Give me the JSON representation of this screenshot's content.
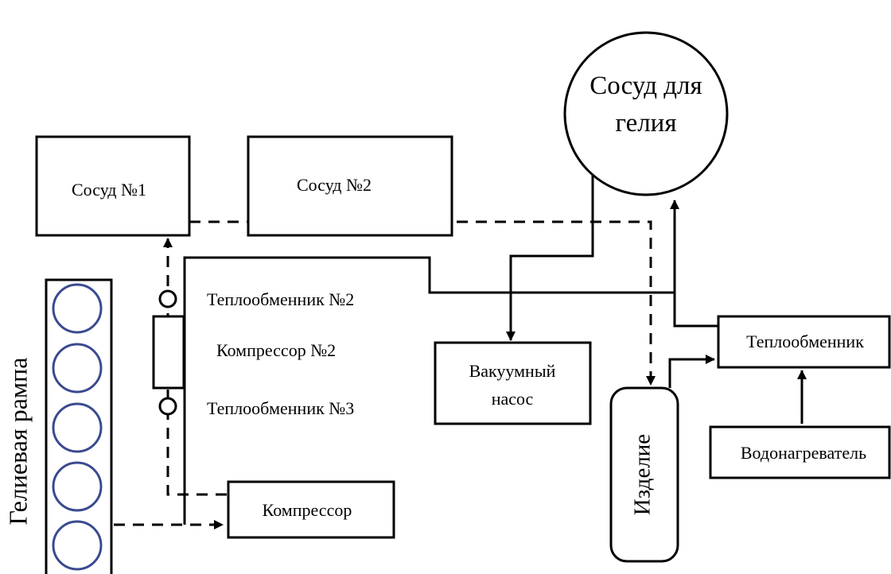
{
  "diagram": {
    "labels": {
      "helium_vessel_line1": "Сосуд для",
      "helium_vessel_line2": "гелия",
      "vessel1": "Сосуд №1",
      "vessel2": "Сосуд №2",
      "heat_exchanger2": "Теплообменник №2",
      "compressor2": "Компрессор №2",
      "heat_exchanger3": "Теплообменник №3",
      "vacuum_pump_line1": "Вакуумный",
      "vacuum_pump_line2": "насос",
      "heat_exchanger": "Теплообменник",
      "water_heater": "Водонагреватель",
      "product": "Изделие",
      "compressor": "Компрессор",
      "helium_ramp": "Гелиевая рампа"
    },
    "colors": {
      "line": "#000000",
      "cylinder_outline": "#3a4a8f"
    }
  }
}
